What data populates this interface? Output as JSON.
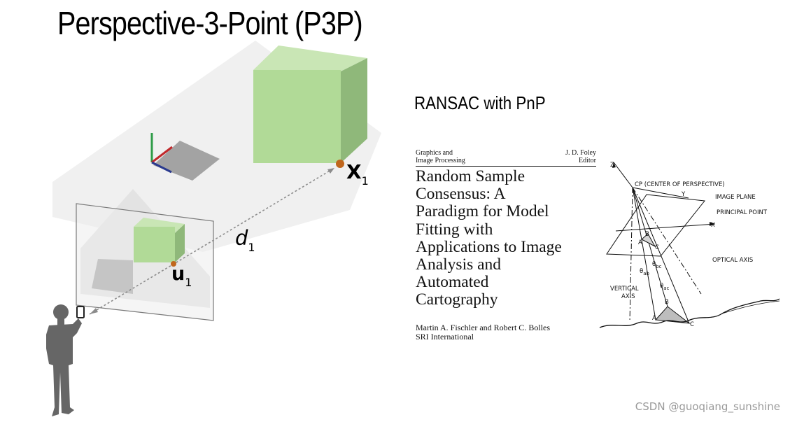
{
  "slide": {
    "title": "Perspective-3-Point (P3P)",
    "watermark": "CSDN @guoqiang_sunshine"
  },
  "scene": {
    "labels": {
      "world_point": "X",
      "world_point_sub": "1",
      "image_point": "u",
      "image_point_sub": "1",
      "distance": "d",
      "distance_sub": "1"
    },
    "colors": {
      "cube_front": "#b1da97",
      "cube_top": "#c9e6b5",
      "cube_side": "#8fb87a",
      "point": "#c0661c",
      "axis_x": "#c0282b",
      "axis_y": "#2f9c48",
      "axis_z": "#2a3a8f",
      "silhouette": "#666666"
    },
    "icons": [
      "person-silhouette",
      "coordinate-axes-icon"
    ]
  },
  "ransac": {
    "heading": "RANSAC with PnP",
    "paper": {
      "section_line1": "Graphics and",
      "section_line2": "Image Processing",
      "editor_line1": "J. D. Foley",
      "editor_line2": "Editor",
      "title_lines": [
        "Random Sample",
        "Consensus: A",
        "Paradigm for Model",
        "Fitting with",
        "Applications to Image",
        "Analysis and",
        "Automated",
        "Cartography"
      ],
      "authors": "Martin A. Fischler and Robert C. Bolles",
      "affiliation": "SRI International"
    },
    "figure_labels": {
      "z": "Z",
      "y": "Y",
      "x": "X",
      "cp": "CP (CENTER OF PERSPECTIVE)",
      "image_plane": "IMAGE PLANE",
      "principal_point": "PRINCIPAL POINT",
      "optical_axis": "OPTICAL AXIS",
      "vertical_axis_1": "VERTICAL",
      "vertical_axis_2": "AXIS",
      "a": "A",
      "b": "B",
      "c": "C",
      "theta": "θ",
      "ab": "ab",
      "bc": "bc",
      "ac": "ac"
    }
  }
}
